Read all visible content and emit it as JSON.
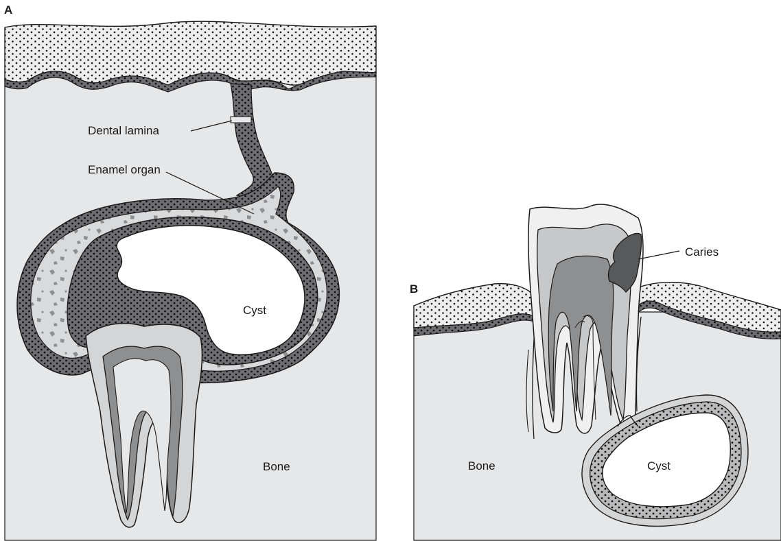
{
  "panel_a": {
    "letter": "A",
    "labels": {
      "dental_lamina": "Dental lamina",
      "enamel_organ": "Enamel organ",
      "cyst": "Cyst",
      "bone": "Bone"
    }
  },
  "panel_b": {
    "letter": "B",
    "labels": {
      "caries": "Caries",
      "cyst": "Cyst",
      "bone": "Bone"
    }
  },
  "colors": {
    "bone": "#e6e7e8",
    "epithelium": "#6d6e71",
    "enamel": "#f0f0f0",
    "dentin": "#c7c8ca",
    "pulp": "#8e8f91",
    "enamel_organ": "#d4d5d6",
    "caries": "#58595b",
    "outline": "#1a1a1a"
  }
}
